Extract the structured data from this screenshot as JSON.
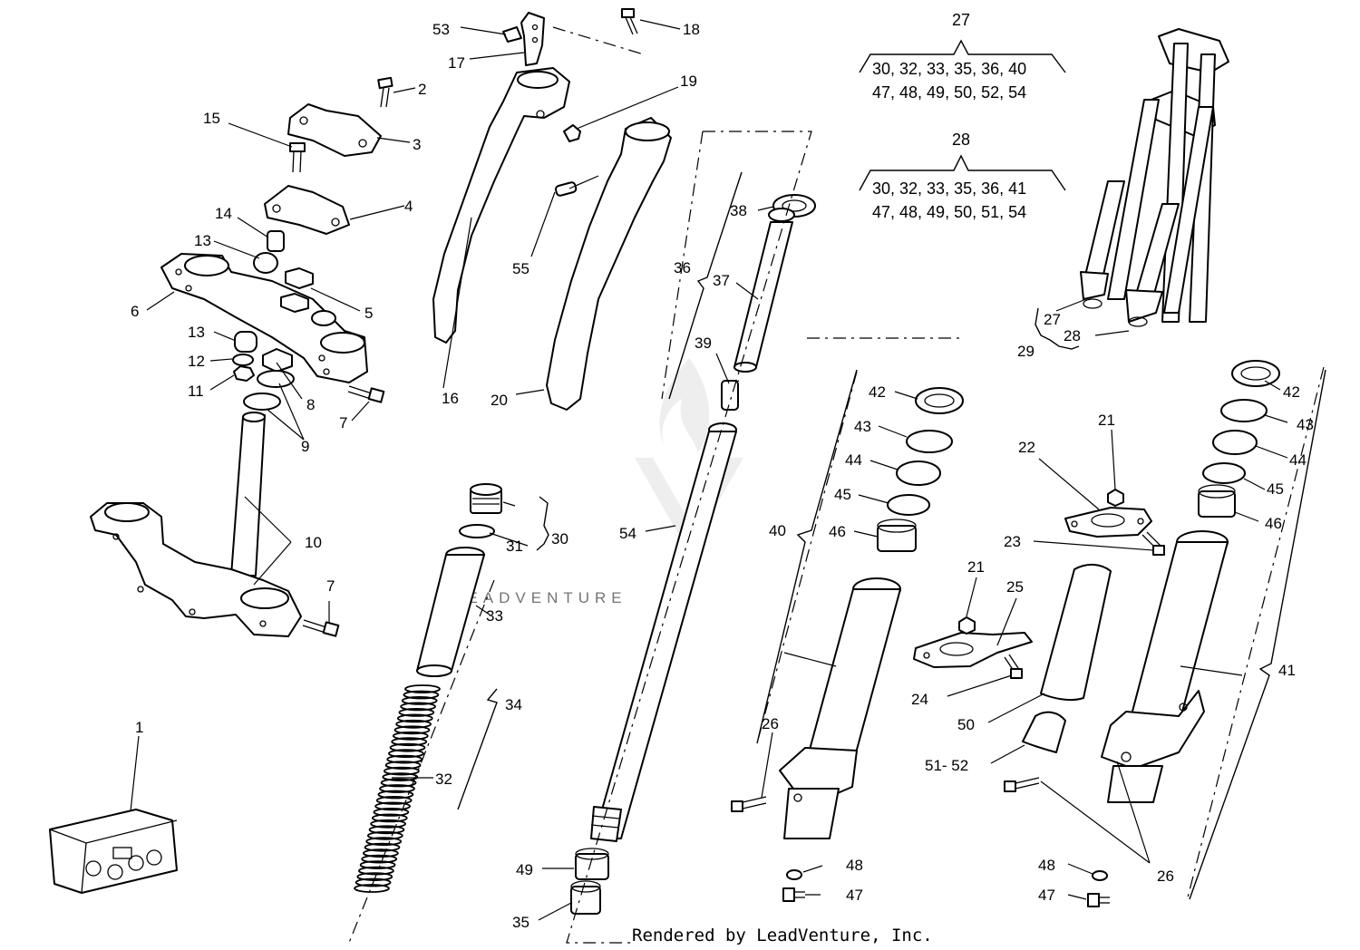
{
  "callouts": [
    "1",
    "2",
    "3",
    "4",
    "5",
    "6",
    "7",
    "8",
    "9",
    "10",
    "11",
    "12",
    "13",
    "14",
    "15",
    "16",
    "17",
    "18",
    "19",
    "20",
    "21",
    "22",
    "23",
    "24",
    "25",
    "26",
    "27",
    "28",
    "29",
    "30",
    "31",
    "32",
    "33",
    "34",
    "35",
    "36",
    "37",
    "38",
    "39",
    "40",
    "41",
    "42",
    "43",
    "44",
    "45",
    "46",
    "47",
    "48",
    "49",
    "50",
    "51- 52",
    "53",
    "54",
    "55"
  ],
  "kit_groups": [
    {
      "number": "27",
      "line1": "30, 32, 33, 35, 36, 40",
      "line2": "47, 48, 49, 50, 52, 54"
    },
    {
      "number": "28",
      "line1": "30, 32, 33, 35, 36, 41",
      "line2": "47, 48, 49, 50, 51, 54"
    }
  ],
  "watermark": "LEADVENTURE",
  "footer": "Rendered by LeadVenture, Inc."
}
